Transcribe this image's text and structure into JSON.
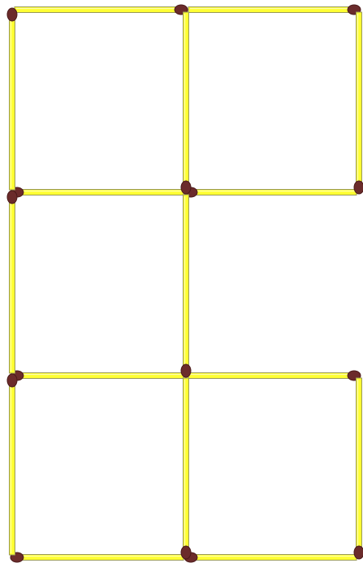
{
  "puzzle": {
    "grid": {
      "rows": 3,
      "cols": 2,
      "missing_sticks": [
        "v-r1-c2"
      ]
    },
    "colors": {
      "stick_fill": "#ffff33",
      "stick_outline": "#999955",
      "stick_highlight": "#ffffaa",
      "head": "#6b2b2b",
      "head_outline": "#4a1a1a",
      "background": "#ffffff"
    },
    "sticks": [
      {
        "id": "h-r0-c0",
        "orientation": "horizontal",
        "head": "end"
      },
      {
        "id": "h-r0-c1",
        "orientation": "horizontal",
        "head": "end"
      },
      {
        "id": "h-r1-c0",
        "orientation": "horizontal",
        "head": "start"
      },
      {
        "id": "h-r1-c1",
        "orientation": "horizontal",
        "head": "start"
      },
      {
        "id": "h-r2-c0",
        "orientation": "horizontal",
        "head": "start"
      },
      {
        "id": "h-r2-c1",
        "orientation": "horizontal",
        "head": "end"
      },
      {
        "id": "h-r3-c0",
        "orientation": "horizontal",
        "head": "start"
      },
      {
        "id": "h-r3-c1",
        "orientation": "horizontal",
        "head": "start"
      },
      {
        "id": "v-r0-c0",
        "orientation": "vertical",
        "head": "start"
      },
      {
        "id": "v-r0-c1",
        "orientation": "vertical",
        "head": "end"
      },
      {
        "id": "v-r0-c2",
        "orientation": "vertical",
        "head": "end"
      },
      {
        "id": "v-r1-c0",
        "orientation": "vertical",
        "head": "start"
      },
      {
        "id": "v-r1-c1",
        "orientation": "vertical",
        "head": "end"
      },
      {
        "id": "v-r2-c0",
        "orientation": "vertical",
        "head": "start"
      },
      {
        "id": "v-r2-c1",
        "orientation": "vertical",
        "head": "end"
      },
      {
        "id": "v-r2-c2",
        "orientation": "vertical",
        "head": "end"
      }
    ]
  }
}
